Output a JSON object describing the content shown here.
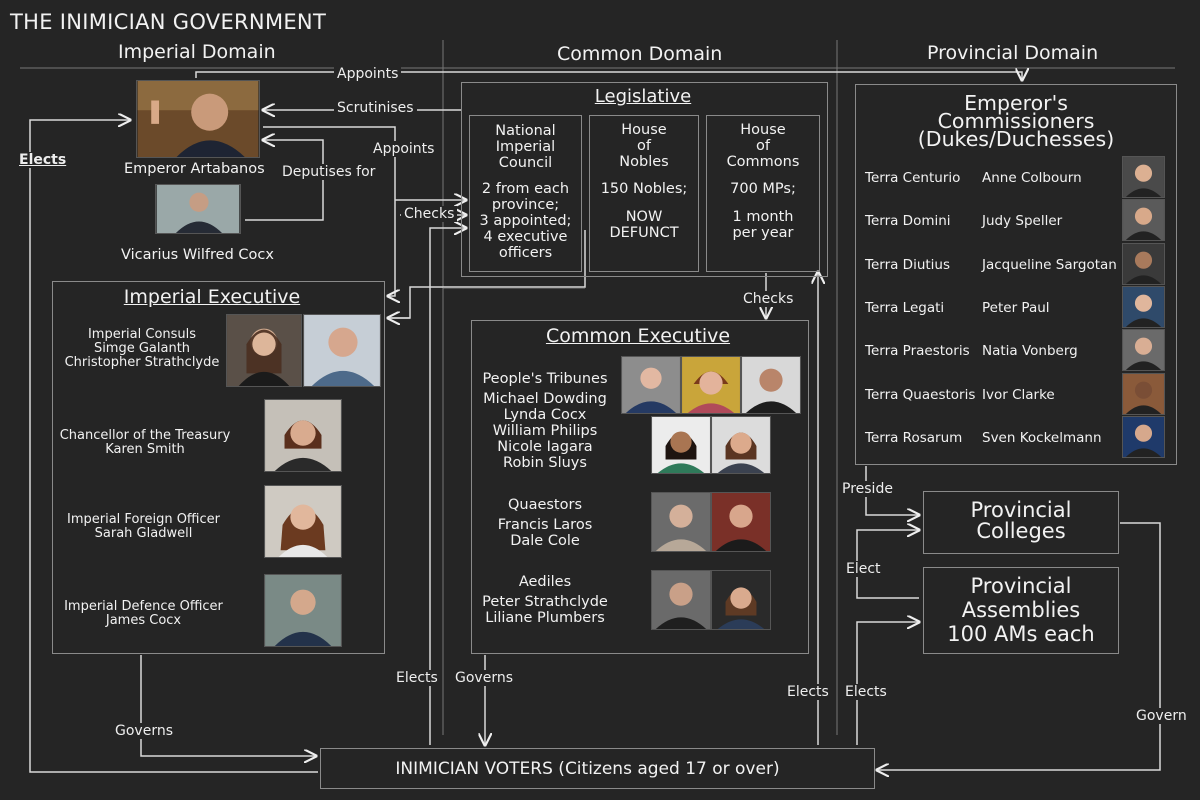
{
  "title": "THE INIMICIAN GOVERNMENT",
  "domains": {
    "imperial": "Imperial Domain",
    "common": "Common Domain",
    "provincial": "Provincial Domain"
  },
  "arrows": {
    "appoints_top": "Appoints",
    "scrutinises": "Scrutinises",
    "appoints_side": "Appoints",
    "deputises": "Deputises for",
    "checks_left": "Checks",
    "checks_down": "Checks",
    "elects_left": "Elects",
    "governs_imperial": "Governs",
    "elects_common": "Elects",
    "governs_common": "Governs",
    "elects_commons": "Elects",
    "elects_assemblies": "Elects",
    "preside": "Preside",
    "elect_colleges": "Elect",
    "govern_provincial": "Govern"
  },
  "emperor": {
    "name": "Emperor Artabanos"
  },
  "vicarius": {
    "name": "Vicarius Wilfred Cocx"
  },
  "legislative": {
    "title": "Legislative",
    "council": {
      "l1": "National",
      "l2": "Imperial",
      "l3": "Council",
      "d1": "2 from each",
      "d2": "province;",
      "d3": "3 appointed;",
      "d4": "4 executive",
      "d5": "officers"
    },
    "nobles": {
      "l1": "House",
      "l2": "of",
      "l3": "Nobles",
      "d1": "150 Nobles;",
      "d2": "NOW",
      "d3": "DEFUNCT"
    },
    "commons": {
      "l1": "House",
      "l2": "of",
      "l3": "Commons",
      "d1": "700 MPs;",
      "d2": "1 month",
      "d3": "per year"
    }
  },
  "imperial_executive": {
    "title": "Imperial Executive",
    "consuls": {
      "role": "Imperial Consuls",
      "n1": "Simge Galanth",
      "n2": "Christopher Strathclyde"
    },
    "treasury": {
      "role": "Chancellor of the Treasury",
      "n1": "Karen Smith"
    },
    "foreign": {
      "role": "Imperial Foreign Officer",
      "n1": "Sarah Gladwell"
    },
    "defence": {
      "role": "Imperial Defence Officer",
      "n1": "James Cocx"
    }
  },
  "common_executive": {
    "title": "Common Executive",
    "tribunes": {
      "role": "People's Tribunes",
      "n1": "Michael Dowding",
      "n2": "Lynda Cocx",
      "n3": "William Philips",
      "n4": "Nicole Iagara",
      "n5": "Robin Sluys"
    },
    "quaestors": {
      "role": "Quaestors",
      "n1": "Francis Laros",
      "n2": "Dale Cole"
    },
    "aediles": {
      "role": "Aediles",
      "n1": "Peter Strathclyde",
      "n2": "Liliane Plumbers"
    }
  },
  "commissioners": {
    "t1": "Emperor's",
    "t2": "Commissioners",
    "t3": "(Dukes/Duchesses)",
    "rows": [
      {
        "province": "Terra Centurio",
        "name": "Anne Colbourn"
      },
      {
        "province": "Terra Domini",
        "name": "Judy Speller"
      },
      {
        "province": "Terra Diutius",
        "name": "Jacqueline Sargotan"
      },
      {
        "province": "Terra Legati",
        "name": "Peter Paul"
      },
      {
        "province": "Terra Praestoris",
        "name": "Natia Vonberg"
      },
      {
        "province": "Terra Quaestoris",
        "name": "Ivor Clarke"
      },
      {
        "province": "Terra Rosarum",
        "name": "Sven Kockelmann"
      }
    ]
  },
  "colleges": {
    "l1": "Provincial",
    "l2": "Colleges"
  },
  "assemblies": {
    "l1": "Provincial",
    "l2": "Assemblies",
    "l3": "100 AMs each"
  },
  "voters": "INIMICIAN VOTERS (Citizens aged 17 or over)"
}
